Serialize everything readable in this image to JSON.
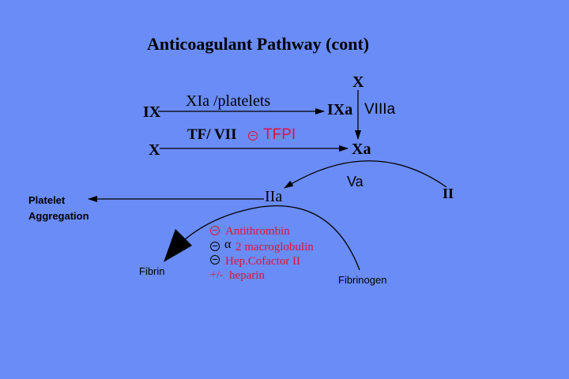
{
  "title": "Anticoagulant Pathway (cont)",
  "nodes": {
    "x_top": "X",
    "ix": "IX",
    "xia_platelets": "XIa /platelets",
    "ixa": "IXa",
    "viiia": "VIIIa",
    "tf_vii": "TF/ VII",
    "tfpi": "TFPI",
    "x_left": "X",
    "xa": "Xa",
    "va": "Va",
    "ii": "II",
    "iia": "IIa",
    "platelet_line1": "Platelet",
    "platelet_line2": "Aggregation",
    "fibrin": "Fibrin",
    "fibrinogen": "Fibrinogen"
  },
  "inhibitors": {
    "antithrombin": "Antithrombin",
    "alpha": "α",
    "macroglobulin": "2 macroglobulin",
    "hep_cofactor": "Hep.Cofactor II",
    "heparin_sign": "+/-",
    "heparin": "heparin"
  },
  "colors": {
    "background": "#6a8cf6",
    "inhibitor_red": "#e0103a"
  }
}
